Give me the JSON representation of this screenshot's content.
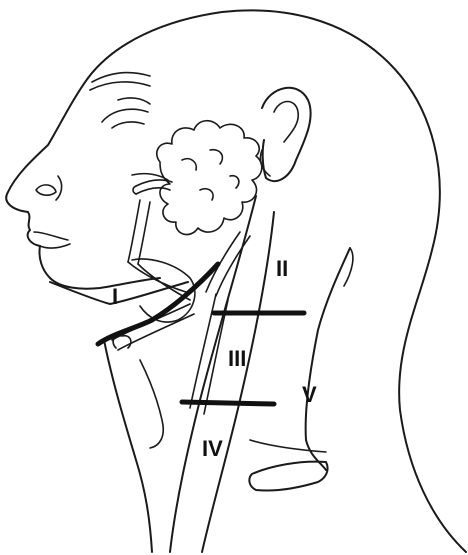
{
  "levels": {
    "I": "I",
    "II": "II",
    "III": "III",
    "IV": "IV",
    "V": "V"
  }
}
